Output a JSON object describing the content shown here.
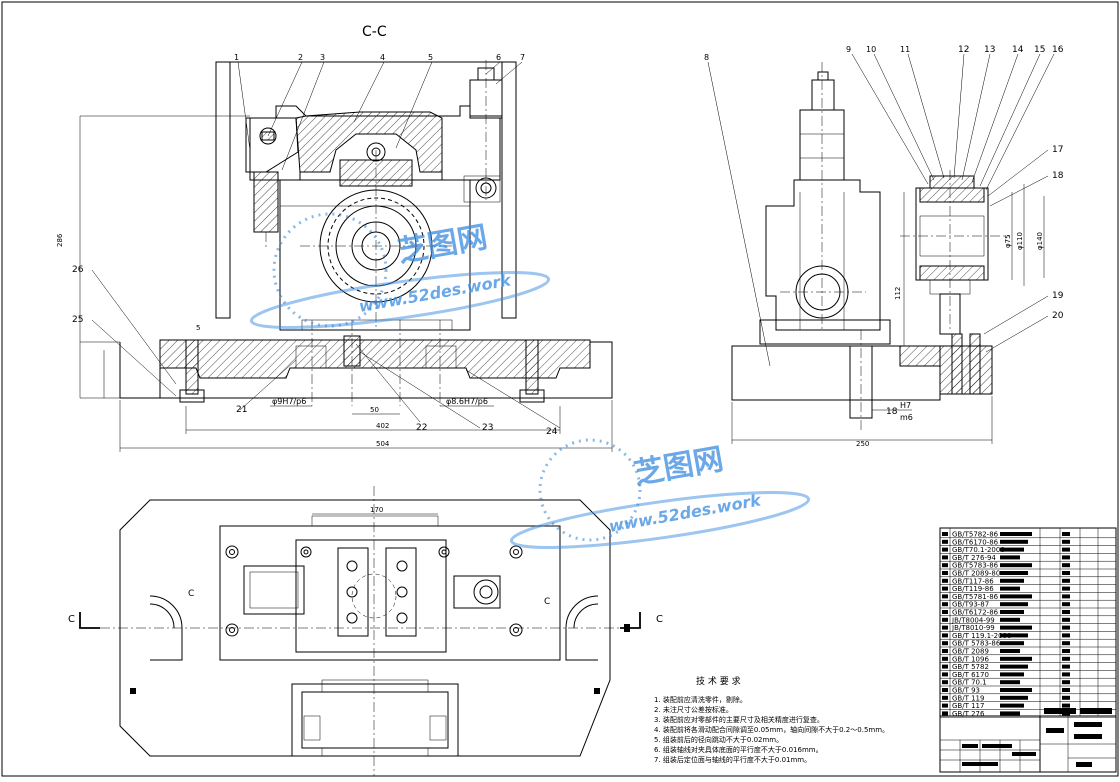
{
  "section": {
    "title": "C-C",
    "cut_label": "C"
  },
  "part_numbers": [
    "1",
    "2",
    "3",
    "4",
    "5",
    "6",
    "7",
    "8",
    "9",
    "10",
    "11",
    "12",
    "13",
    "14",
    "15",
    "16",
    "17",
    "18",
    "19",
    "20",
    "21",
    "22",
    "23",
    "24",
    "25",
    "26"
  ],
  "front_view_dims": {
    "height": "286",
    "fit_left": "φ9H7/p6",
    "fit_right": "φ8.6H7/p6",
    "span_50": "50",
    "span_402": "402",
    "span_504": "504"
  },
  "side_view_dims": {
    "height_112": "112",
    "span_250": "250",
    "fit_18": "18",
    "fit_h7": "H7",
    "fit_m6": "m6",
    "dia_a": "φ75",
    "dia_b": "φ110",
    "dia_c": "φ140"
  },
  "top_view_dims": {
    "width": "170"
  },
  "watermark": {
    "cn": "芝图网",
    "url": "www.52des.work"
  },
  "tech": {
    "heading": "技 术 要 求",
    "lines": [
      "1. 装配前应清洗零件，剔除。",
      "2. 未注尺寸公差按标准。",
      "3. 装配前应对零部件的主要尺寸及相关精度进行复查。",
      "4. 装配前将各滑动配合间隙调至0.05mm，轴向间隙不大于0.2～0.5mm。",
      "5. 组装前后的径向跳动不大于0.02mm。",
      "6. 组装轴线对夹具体底面的平行度不大于0.016mm。",
      "7. 组装后定位面与轴线的平行度不大于0.01mm。"
    ]
  },
  "bom_codes": [
    "GB/T5782-86",
    "GB/T6170-86",
    "GB/T70.1-2000",
    "GB/T 276-94",
    "GB/T5783-86",
    "GB/T 2089-80",
    "GB/T117-86",
    "GB/T119-86",
    "GB/T5781-86",
    "GB/T93-87",
    "GB/T6172-86",
    "JB/T8004-99",
    "JB/T8010-99",
    "GB/T 119.1-2000",
    "GB/T 5783-86",
    "GB/T 2089",
    "GB/T 1096",
    "GB/T 5782",
    "GB/T 6170",
    "GB/T 70.1",
    "GB/T 93",
    "GB/T 119",
    "GB/T 117",
    "GB/T 276"
  ],
  "colors": {
    "line": "#000000",
    "watermark": "#3a8be0",
    "paper": "#ffffff"
  }
}
